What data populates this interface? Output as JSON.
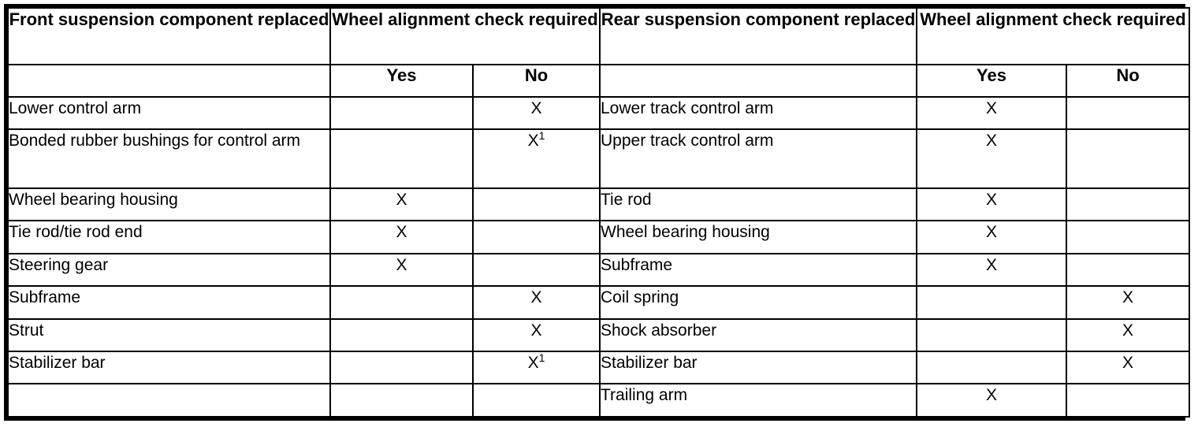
{
  "table": {
    "left_group_header": "Front suspension component replaced",
    "left_check_header": "Wheel alignment check required",
    "right_group_header": "Rear suspension component replaced",
    "right_check_header": "Wheel alignment check required",
    "sub_headers": {
      "yes": "Yes",
      "no": "No"
    },
    "blank_sub_header_left": "",
    "blank_sub_header_right": "",
    "mark": "X",
    "footnote_marker": "1",
    "rows": [
      {
        "front_component": "Lower control arm",
        "front_yes": "",
        "front_no": "X",
        "front_no_sup": "",
        "rear_component": "Lower track control arm",
        "rear_yes": "X",
        "rear_no": ""
      },
      {
        "front_component": "Bonded rubber bushings for control arm",
        "front_yes": "",
        "front_no": "X",
        "front_no_sup": "1",
        "rear_component": "Upper track control arm",
        "rear_yes": "X",
        "rear_no": ""
      },
      {
        "front_component": "Wheel bearing housing",
        "front_yes": "X",
        "front_no": "",
        "front_no_sup": "",
        "rear_component": "Tie rod",
        "rear_yes": "X",
        "rear_no": ""
      },
      {
        "front_component": "Tie rod/tie rod end",
        "front_yes": "X",
        "front_no": "",
        "front_no_sup": "",
        "rear_component": "Wheel bearing housing",
        "rear_yes": "X",
        "rear_no": ""
      },
      {
        "front_component": "Steering gear",
        "front_yes": "X",
        "front_no": "",
        "front_no_sup": "",
        "rear_component": "Subframe",
        "rear_yes": "X",
        "rear_no": ""
      },
      {
        "front_component": "Subframe",
        "front_yes": "",
        "front_no": "X",
        "front_no_sup": "",
        "rear_component": "Coil spring",
        "rear_yes": "",
        "rear_no": "X"
      },
      {
        "front_component": "Strut",
        "front_yes": "",
        "front_no": "X",
        "front_no_sup": "",
        "rear_component": "Shock absorber",
        "rear_yes": "",
        "rear_no": "X"
      },
      {
        "front_component": "Stabilizer bar",
        "front_yes": "",
        "front_no": "X",
        "front_no_sup": "1",
        "rear_component": "Stabilizer bar",
        "rear_yes": "",
        "rear_no": "X"
      },
      {
        "front_component": "",
        "front_yes": "",
        "front_no": "",
        "front_no_sup": "",
        "rear_component": "Trailing arm",
        "rear_yes": "X",
        "rear_no": ""
      }
    ]
  },
  "colors": {
    "border": "#000000",
    "text": "#000000",
    "background": "#ffffff"
  }
}
